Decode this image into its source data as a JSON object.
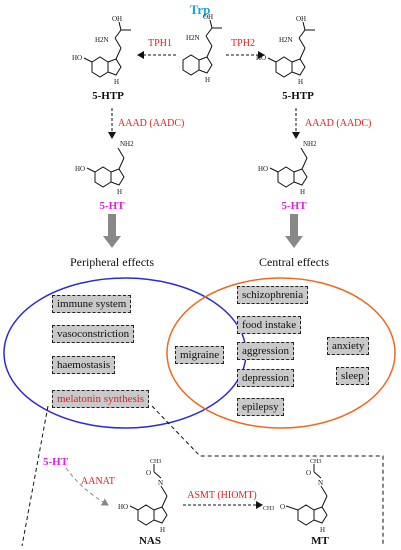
{
  "title": "Trp",
  "enzymes": {
    "tph1": "TPH1",
    "tph2": "TPH2",
    "aaad_left": "AAAD (AADC)",
    "aaad_right": "AAAD (AADC)",
    "aanat": "AANAT",
    "asmt": "ASMT (HIOMT)"
  },
  "molecules": {
    "htp_left": "5-HTP",
    "htp_right": "5-HTP",
    "ht_left": "5-HT",
    "ht_right": "5-HT",
    "ht_bottom": "5-HT",
    "nas": "NAS",
    "mt": "MT"
  },
  "atoms": {
    "ho": "HO",
    "h2n": "H2N",
    "oh": "OH",
    "nh2": "NH2",
    "h": "H",
    "o": "O",
    "ch3": "CH3",
    "n": "N"
  },
  "effects": {
    "peripheral": "Peripheral effects",
    "central": "Central effects"
  },
  "peripheral_items": [
    "immune system",
    "vasoconstriction",
    "haemostasis"
  ],
  "shared_item": "migraine",
  "melatonin": "melatonin synthesis",
  "central_items": [
    "schizophrenia",
    "food instake",
    "aggression",
    "depression",
    "epilepsy"
  ],
  "central_side_items": [
    "anxiety",
    "sleep"
  ],
  "colors": {
    "title": "#1aa3d9",
    "enzyme": "#e02020",
    "serotonin": "#e020e0",
    "blue_ellipse": "#2b2bd6",
    "orange_ellipse": "#ee6a1e",
    "arrow_gray": "#888888",
    "box_fill": "#c9c9c9"
  }
}
